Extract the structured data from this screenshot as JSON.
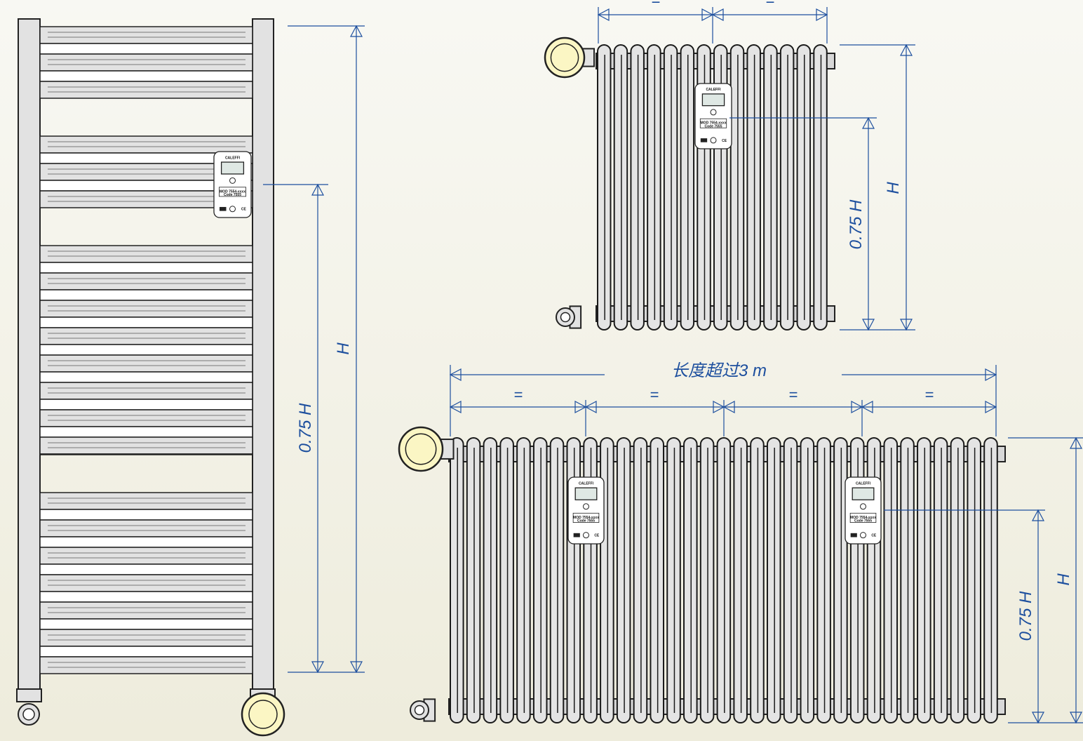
{
  "colors": {
    "dimension": "#1d4f9e",
    "metal": "#e2e2e2",
    "valve": "#fbf6c4",
    "background": "#f6f5ee"
  },
  "towel_rail": {
    "height_label": "H",
    "meter_height_label": "0.75 H"
  },
  "small_radiator": {
    "height_label": "H",
    "meter_height_label": "0.75 H",
    "split_labels": [
      "=",
      "="
    ]
  },
  "long_radiator": {
    "length_label": "长度超过3 m",
    "height_label": "H",
    "meter_height_label": "0.75 H",
    "split_labels": [
      "=",
      "=",
      "=",
      "="
    ]
  },
  "heat_meter_logo": {
    "brand": "CALEFFI",
    "model": "MOD 7554-xxxx",
    "code": "Code 7555",
    "mark": "CE"
  }
}
